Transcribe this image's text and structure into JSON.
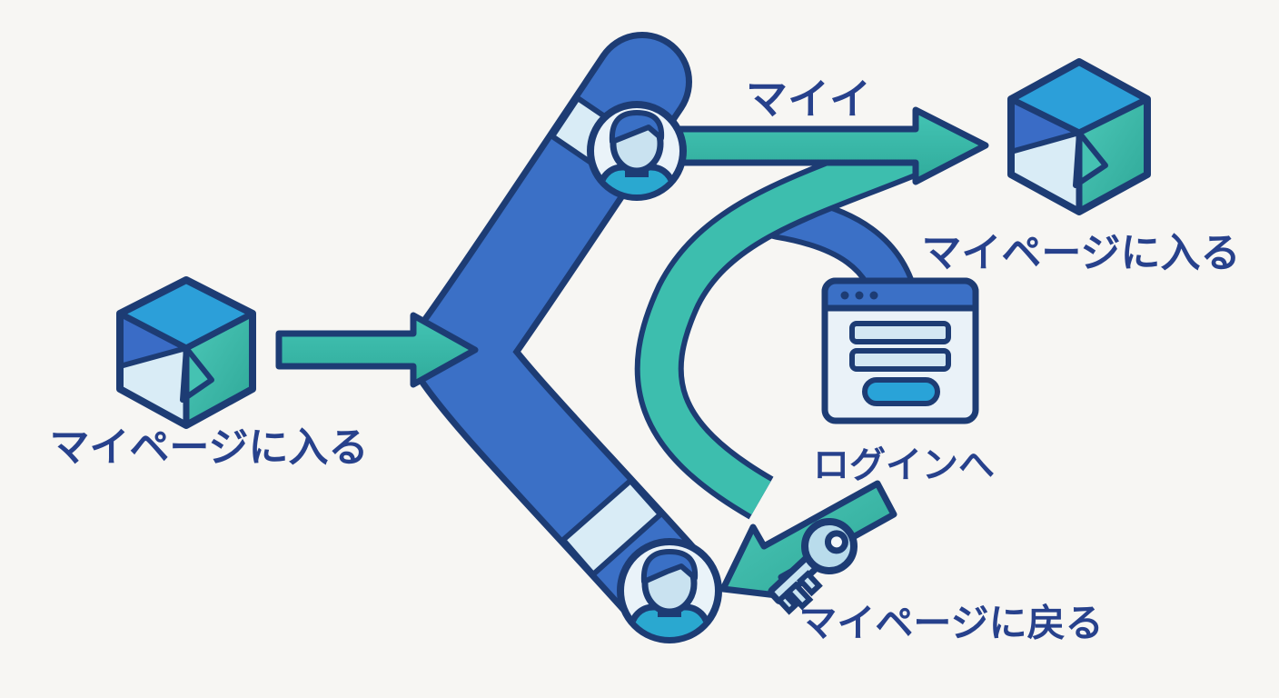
{
  "diagram": {
    "type": "login-flow-illustration",
    "background_color": "#f7f6f3",
    "labels": {
      "enter_mypage_left": "マイページに入る",
      "branch_top": "マイイ",
      "enter_mypage_right": "マイページに入る",
      "to_login": "ログインへ",
      "return_mypage": "マイページに戻る"
    },
    "nodes": [
      {
        "id": "left-cube",
        "icon": "cube-icon",
        "label_ref": "enter_mypage_left"
      },
      {
        "id": "split-boomerang",
        "icon": "boomerang-branch-shape",
        "label_ref": null
      },
      {
        "id": "top-user",
        "icon": "user-avatar-icon",
        "label_ref": null
      },
      {
        "id": "bottom-user",
        "icon": "user-avatar-icon",
        "label_ref": null
      },
      {
        "id": "right-cube",
        "icon": "cube-icon",
        "label_ref": "enter_mypage_right"
      },
      {
        "id": "login-window",
        "icon": "browser-login-window-icon",
        "label_ref": "to_login"
      },
      {
        "id": "key",
        "icon": "key-icon",
        "label_ref": "return_mypage"
      }
    ],
    "edges": [
      {
        "id": "left-arrow",
        "from": "left-cube",
        "to": "split-boomerang",
        "style": "straight-teal-arrow"
      },
      {
        "id": "top-arrow",
        "from": "top-user",
        "to": "right-cube",
        "style": "straight-teal-arrow"
      },
      {
        "id": "login-branch-curve",
        "from": "top-arrow",
        "to": "login-window",
        "style": "blue-curve"
      },
      {
        "id": "loop-curve",
        "from": "top-arrow",
        "to": "bottom-area",
        "style": "teal-c-curve"
      },
      {
        "id": "key-arrow",
        "from": "login-window",
        "to": "bottom-user",
        "style": "teal-arrow-with-key"
      }
    ],
    "colors": {
      "outline_navy": "#1d3c74",
      "text_navy": "#27418c",
      "teal_arrow": "#3dbeae",
      "teal_dark": "#2fa897",
      "blue_shape": "#3b70c6",
      "cube_top_blue": "#2c9fd9",
      "cube_side_teal": "#38bcab",
      "light_blue_panel": "#d9ecf6",
      "window_body": "#eaf2f8",
      "window_field": "#d3e7f3",
      "window_button": "#29a3d8",
      "avatar_bg": "#eaf3f9",
      "avatar_face": "#c9e2f0",
      "avatar_hair": "#3a70c6",
      "avatar_shirt": "#2aa8d0",
      "key_fill": "#b9dcec"
    }
  }
}
